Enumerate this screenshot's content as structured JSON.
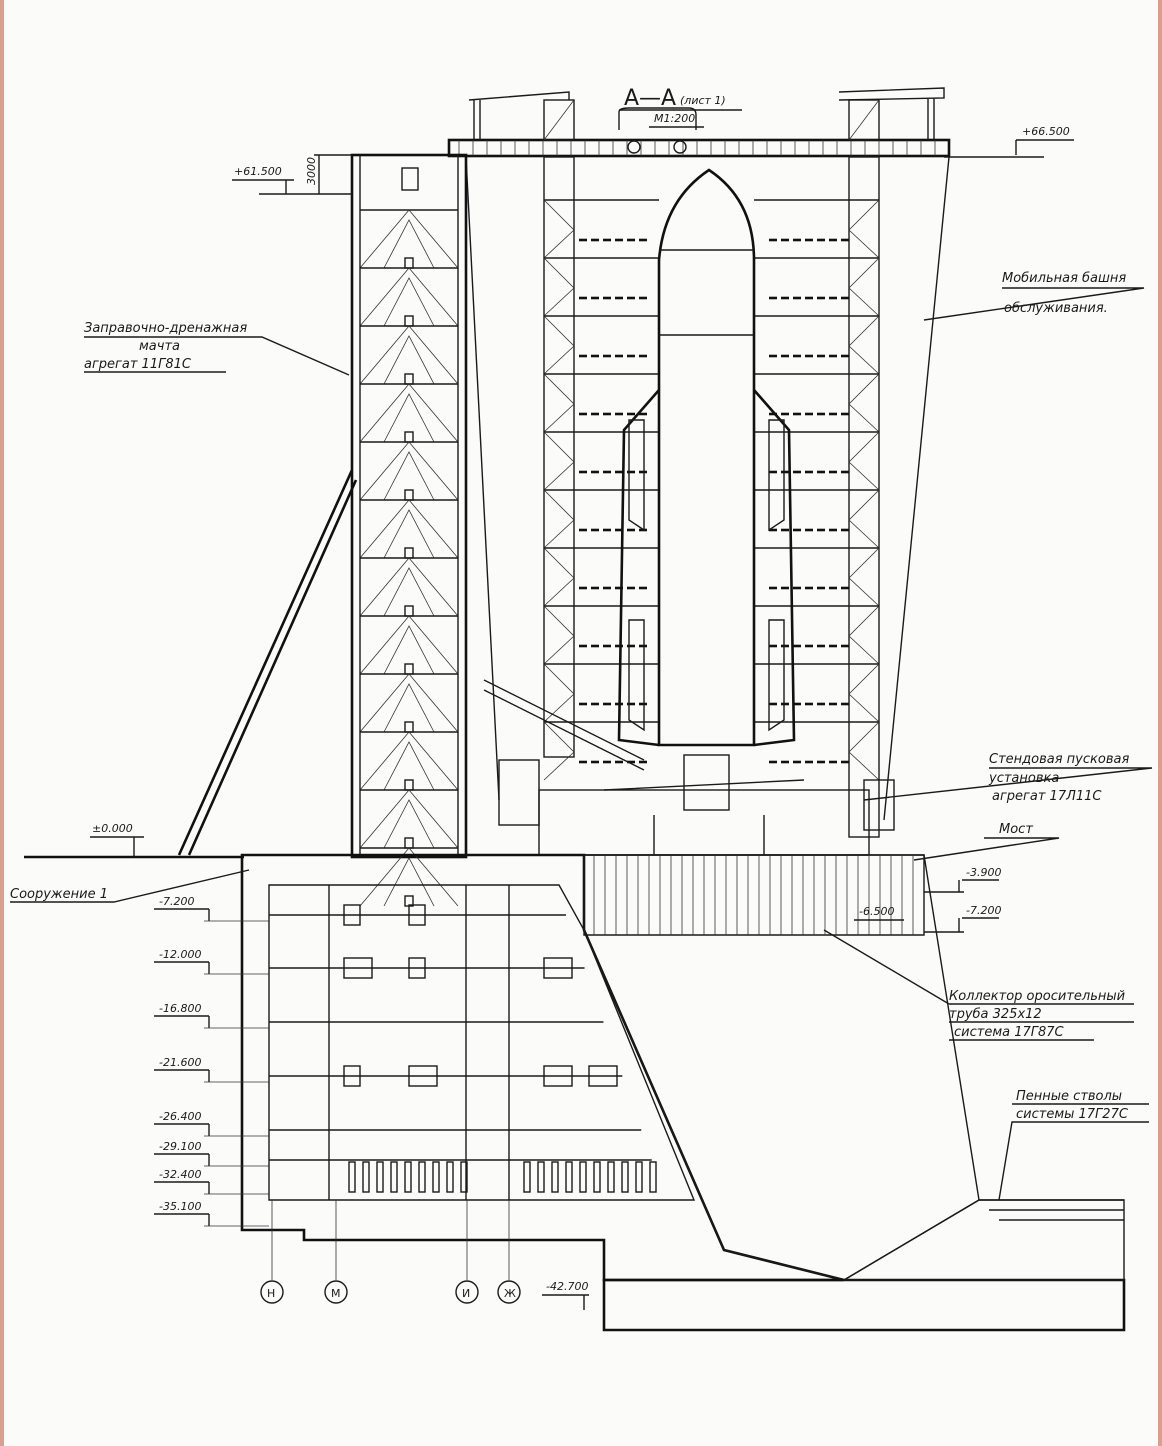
{
  "title": {
    "section": "А—А",
    "sheet": "(лист 1)",
    "scale": "М1:200"
  },
  "elevations_top": {
    "tower_top": "+66.500",
    "mast_top": "+61.500",
    "mast_dim": "3000",
    "ground": "±0.000"
  },
  "callouts": {
    "mast": [
      "Заправочно-дренажная",
      "мачта",
      "агрегат 11Г81С"
    ],
    "tower": [
      "Мобильная башня",
      "обслуживания."
    ],
    "launcher": [
      "Стендовая пусковая",
      "установка",
      "агрегат 17Л11С"
    ],
    "bridge": "Мост",
    "structure": "Сооружение 1",
    "collector": [
      "Коллектор оросительный",
      "труба 325х12",
      "система 17Г87С"
    ],
    "foam": [
      "Пенные стволы",
      "системы 17Г27С"
    ]
  },
  "levels_left": [
    "-7.200",
    "-12.000",
    "-16.800",
    "-21.600",
    "-26.400",
    "-29.100",
    "-32.400",
    "-35.100"
  ],
  "levels_right": [
    "-3.900",
    "-6.500",
    "-7.200"
  ],
  "level_bottom": "-42.700",
  "axes": [
    "Н",
    "М",
    "И",
    "Ж"
  ]
}
